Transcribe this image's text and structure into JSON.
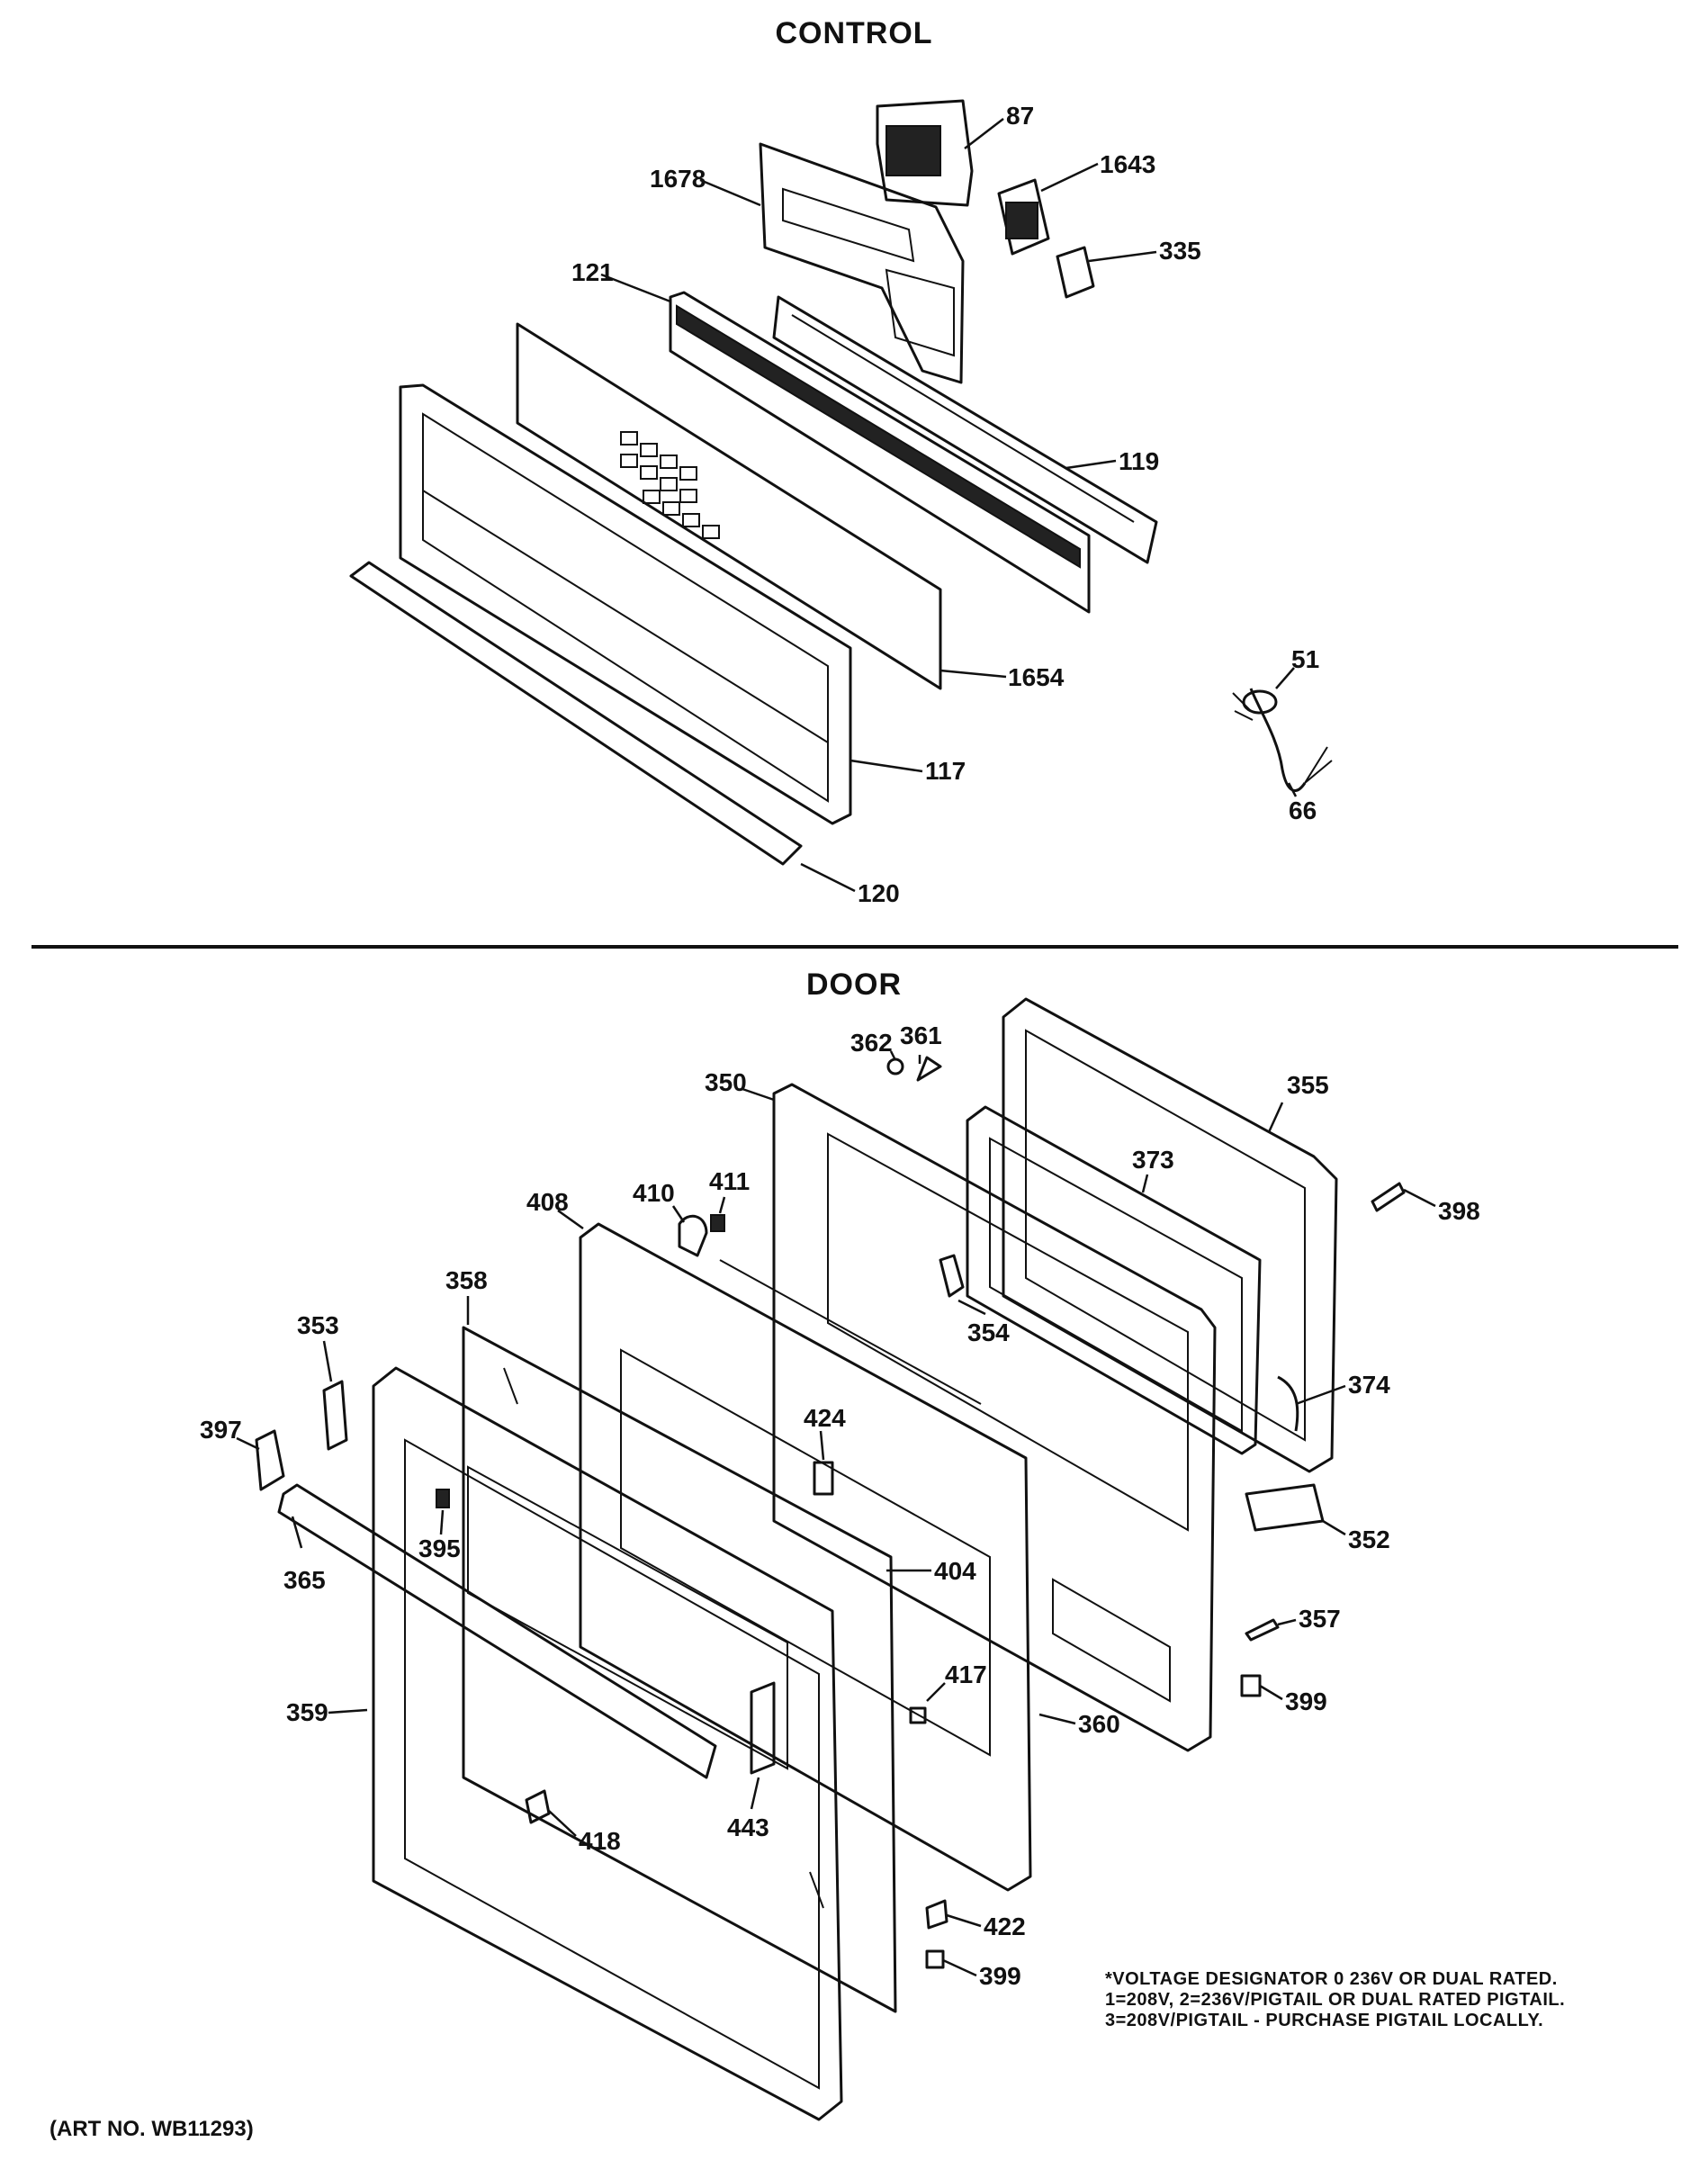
{
  "sections": {
    "control_title": "CONTROL",
    "door_title": "DOOR"
  },
  "control_parts": [
    "87",
    "1643",
    "1678",
    "335",
    "121",
    "119",
    "1654",
    "51",
    "117",
    "66",
    "120"
  ],
  "door_parts": [
    "361",
    "362",
    "350",
    "355",
    "373",
    "411",
    "410",
    "408",
    "398",
    "358",
    "354",
    "353",
    "374",
    "424",
    "397",
    "352",
    "395",
    "365",
    "404",
    "357",
    "417",
    "359",
    "360",
    "399",
    "443",
    "418",
    "422",
    "399"
  ],
  "footnote": {
    "line1": "*VOLTAGE DESIGNATOR 0 236V OR DUAL RATED.",
    "line2": "1=208V, 2=236V/PIGTAIL OR DUAL RATED PIGTAIL.",
    "line3": "3=208V/PIGTAIL - PURCHASE PIGTAIL LOCALLY."
  },
  "art_number": "(ART NO. WB11293)"
}
